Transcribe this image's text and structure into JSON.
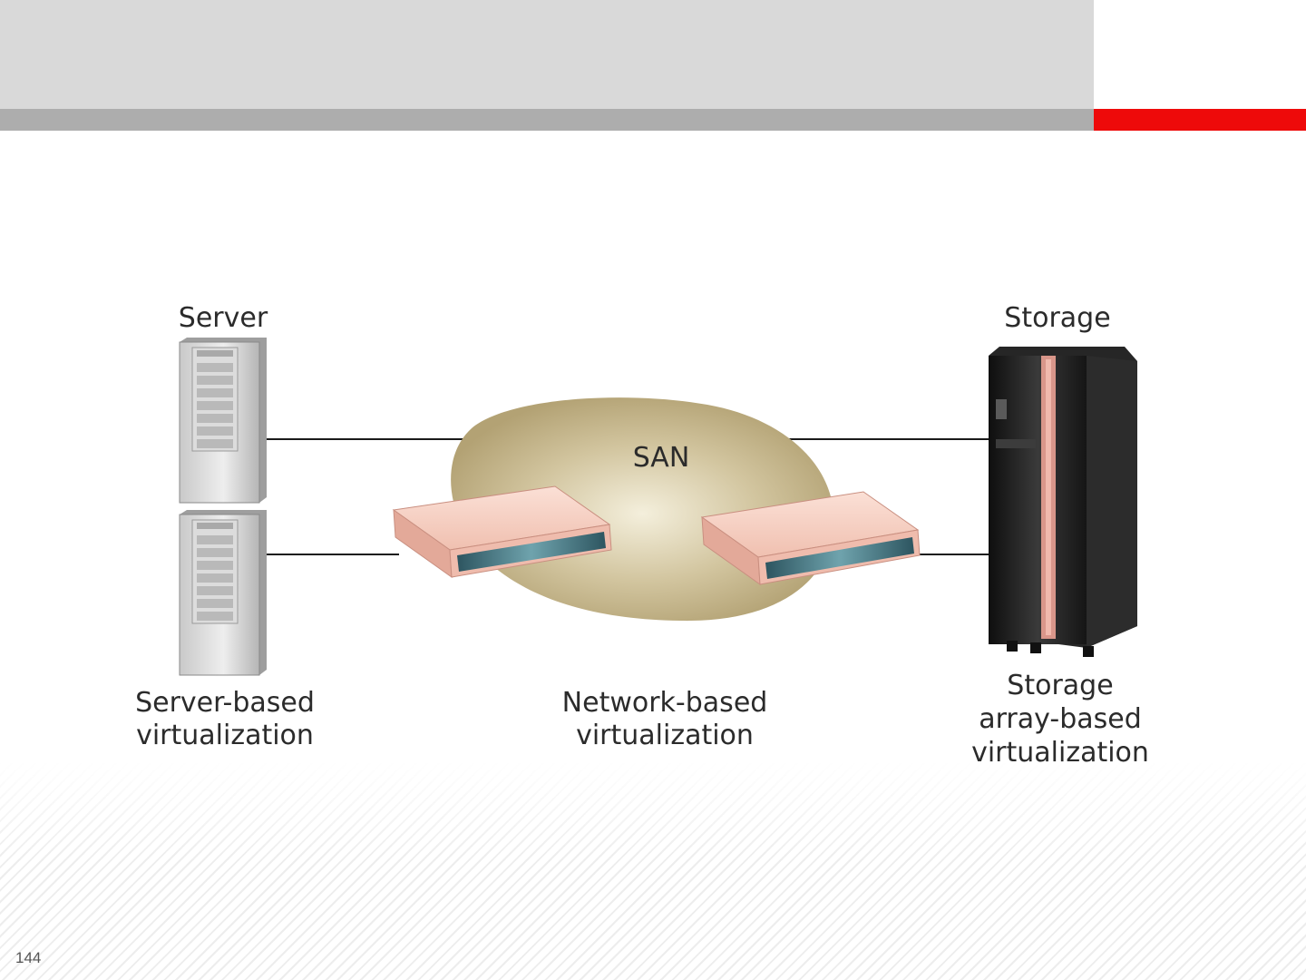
{
  "diagram": {
    "server_label": "Server",
    "storage_label": "Storage",
    "san_label": "SAN",
    "server_based_line1": "Server-based",
    "server_based_line2": "virtualization",
    "network_based_line1": "Network-based",
    "network_based_line2": "virtualization",
    "storage_based_line1": "Storage",
    "storage_based_line2": "array-based",
    "storage_based_line3": "virtualization"
  },
  "footer": {
    "slide_number": "144"
  },
  "colors": {
    "header_band": "#d9d9d9",
    "header_bar_gray": "#adadad",
    "header_bar_red": "#ee0a0a",
    "san_cloud": "#c8b98f",
    "switch_body": "#f2c4b6",
    "storage_cabinet": "#1c1c1c",
    "storage_stripe": "#d9968a"
  }
}
